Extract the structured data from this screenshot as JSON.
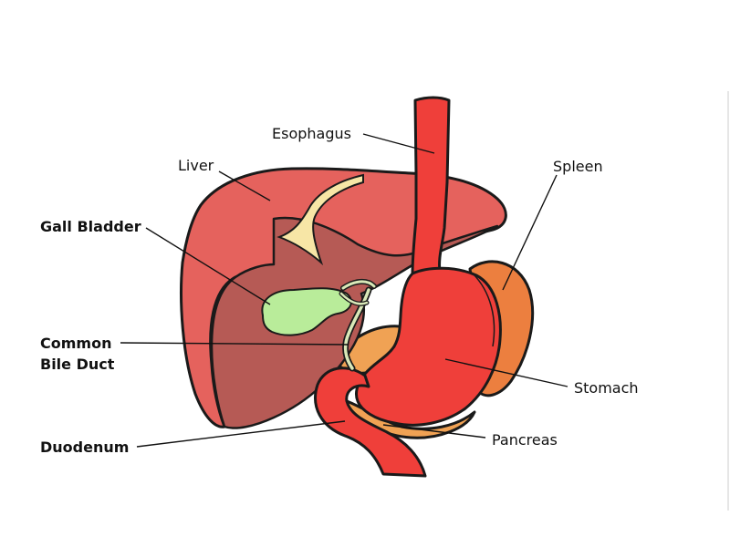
{
  "labels": {
    "esophagus": "Esophagus",
    "liver": "Liver",
    "spleen": "Spleen",
    "gall_bladder": "Gall Bladder",
    "common_bile_duct_line1": "Common",
    "common_bile_duct_line2": "Bile Duct",
    "stomach": "Stomach",
    "pancreas": "Pancreas",
    "duodenum": "Duodenum"
  },
  "colors": {
    "liver_light": "#e5625d",
    "liver_dark": "#b65a55",
    "stomach": "#ef3f3a",
    "spleen": "#ec7f3f",
    "pancreas": "#f0a254",
    "gall_bladder": "#b9ec9a",
    "ligament": "#f7e6a6",
    "duct": "#d9e8b8"
  }
}
